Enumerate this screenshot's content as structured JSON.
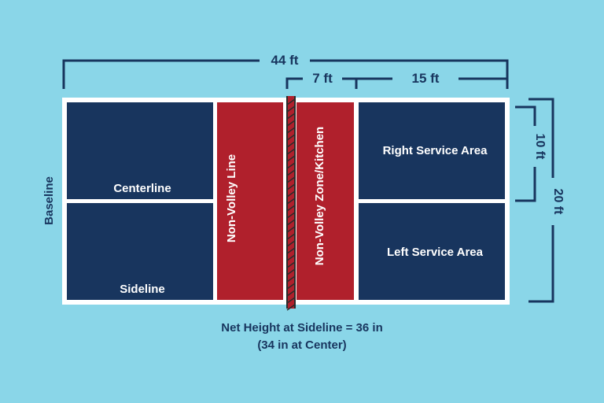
{
  "colors": {
    "background": "#8ad6e8",
    "zone_dark": "#18355e",
    "kitchen_red": "#b0202c",
    "court_lines": "#ffffff",
    "dimension_lines": "#18355e"
  },
  "dimensions": {
    "overall_length": "44 ft",
    "kitchen_depth": "7 ft",
    "service_depth": "15 ft",
    "service_width": "10 ft",
    "overall_width": "20 ft"
  },
  "court": {
    "baseline_label": "Baseline",
    "centerline_label": "Centerline",
    "sideline_label": "Sideline",
    "non_volley_line_label": "Non-Volley Line",
    "kitchen_label": "Non-Volley Zone/Kitchen",
    "right_service_area_label": "Right Service Area",
    "left_service_area_label": "Left Service Area"
  },
  "net_note": {
    "line1": "Net Height at Sideline = 36 in",
    "line2": "(34 in at Center)"
  }
}
